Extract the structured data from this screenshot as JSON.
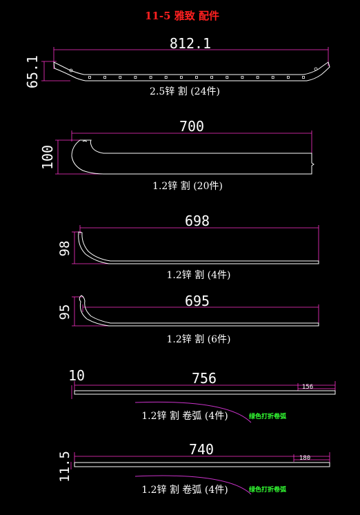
{
  "title": "11-5 雅致 配件",
  "parts": [
    {
      "length": "812.1",
      "height": "65.1",
      "note": "2.5锌 割 (24件)"
    },
    {
      "length": "700",
      "height": "100",
      "note": "1.2锌 割 (20件)"
    },
    {
      "length": "698",
      "height": "98",
      "note": "1.2锌 割 (4件)"
    },
    {
      "length": "695",
      "height": "95",
      "note": "1.2锌 割 (6件)"
    },
    {
      "length": "756",
      "height": "10",
      "note": "1.2锌 割 卷弧 (4件)",
      "sub_length": "156",
      "green_note": "绿色打折卷弧"
    },
    {
      "length": "740",
      "height": "11.5",
      "note": "1.2锌 割 卷弧 (4件)",
      "sub_length": "180",
      "green_note": "绿色打折卷弧"
    }
  ],
  "colors": {
    "background": "#000000",
    "title": "#ff2020",
    "dimension": "#ff33cc",
    "green_note": "#33ff33",
    "part": "#ffffff"
  }
}
